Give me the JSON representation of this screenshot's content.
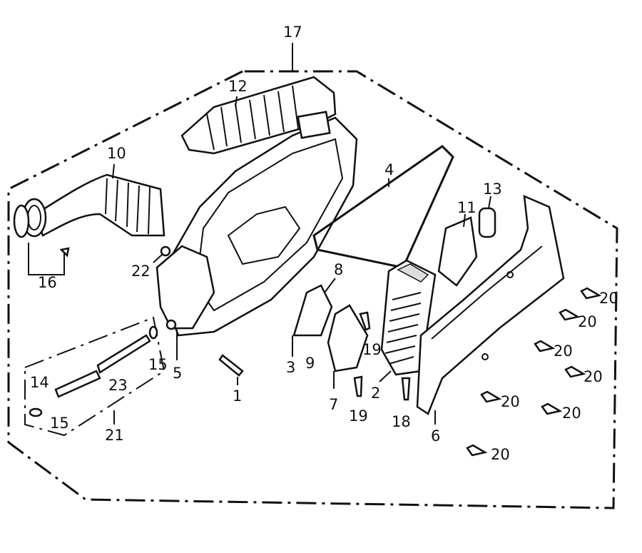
{
  "diagram": {
    "title": "Air cleaner assembly exploded view",
    "labels": {
      "p17": "17",
      "p12": "12",
      "p10": "10",
      "p4": "4",
      "p13": "13",
      "p11": "11",
      "p16": "16",
      "p22": "22",
      "p8": "8",
      "p3": "3",
      "p9": "9",
      "p19a": "19",
      "p7": "7",
      "p2": "2",
      "p19b": "19",
      "p18": "18",
      "p6": "6",
      "p5": "5",
      "p1": "1",
      "p14": "14",
      "p15a": "15",
      "p23": "23",
      "p15b": "15",
      "p21": "21",
      "p20a": "20",
      "p20b": "20",
      "p20c": "20",
      "p20d": "20",
      "p20e": "20",
      "p20f": "20",
      "p20g": "20"
    }
  }
}
